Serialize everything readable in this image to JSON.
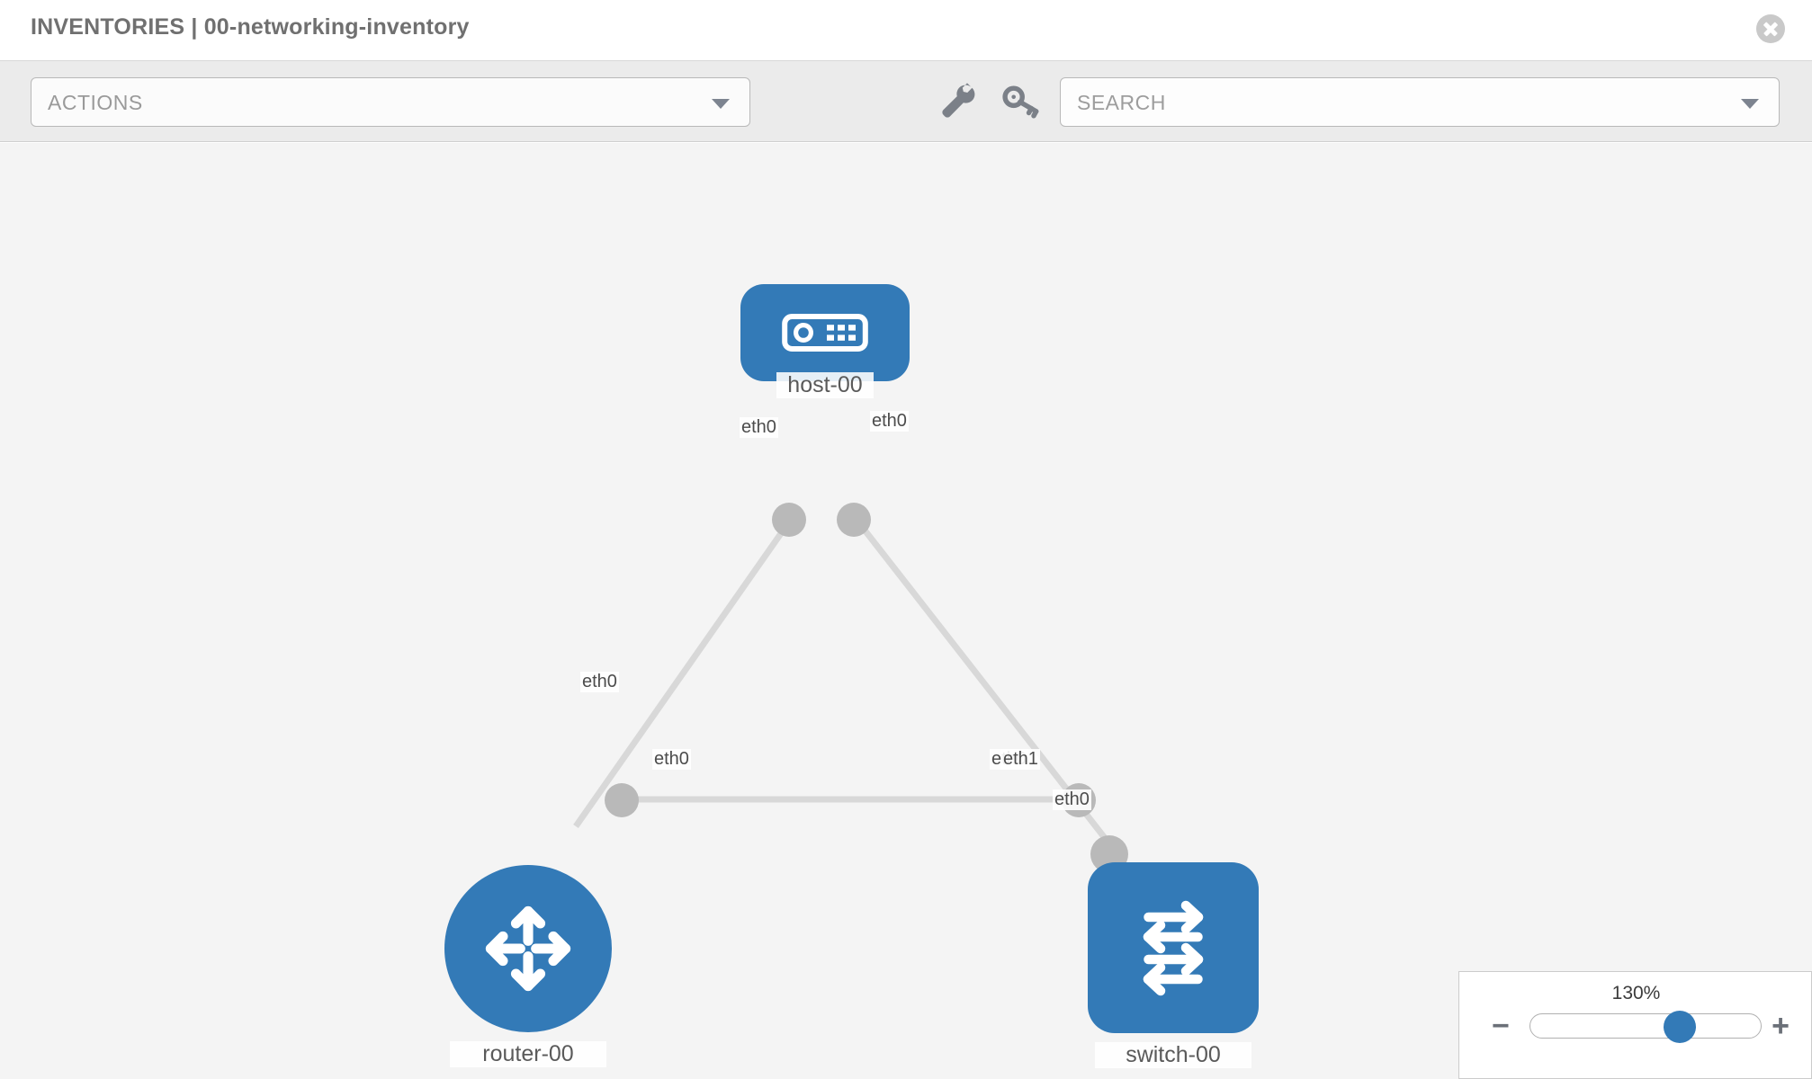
{
  "header": {
    "title": "INVENTORIES | 00-networking-inventory",
    "close_icon": "close-circle-icon"
  },
  "toolbar": {
    "actions_label": "ACTIONS",
    "actions_caret": "chevron-down-icon",
    "wrench_icon": "wrench-icon",
    "key_icon": "key-icon",
    "search_placeholder": "SEARCH",
    "search_caret": "chevron-down-icon"
  },
  "topology": {
    "nodes": [
      {
        "id": "host-00",
        "label": "host-00",
        "shape": "rounded-rect",
        "icon": "server-icon"
      },
      {
        "id": "router-00",
        "label": "router-00",
        "shape": "circle",
        "icon": "router-arrows-icon"
      },
      {
        "id": "switch-00",
        "label": "switch-00",
        "shape": "rounded-square",
        "icon": "switch-arrows-icon"
      }
    ],
    "edge_labels": {
      "host_left": "eth0",
      "host_right": "eth0",
      "router_up": "eth0",
      "switch_up": "eth0",
      "router_right": "eth0",
      "switch_left_under": "eth0",
      "switch_left_over": "eth1"
    },
    "colors": {
      "node_blue": "#337ab7",
      "port_gray": "#b9b9b9",
      "edge_gray": "#d8d8d8",
      "canvas_bg": "#f4f4f4"
    }
  },
  "zoom_control": {
    "value": "130%",
    "minus_label": "−",
    "plus_label": "+",
    "minus_icon": "minus-icon",
    "plus_icon": "plus-icon"
  }
}
